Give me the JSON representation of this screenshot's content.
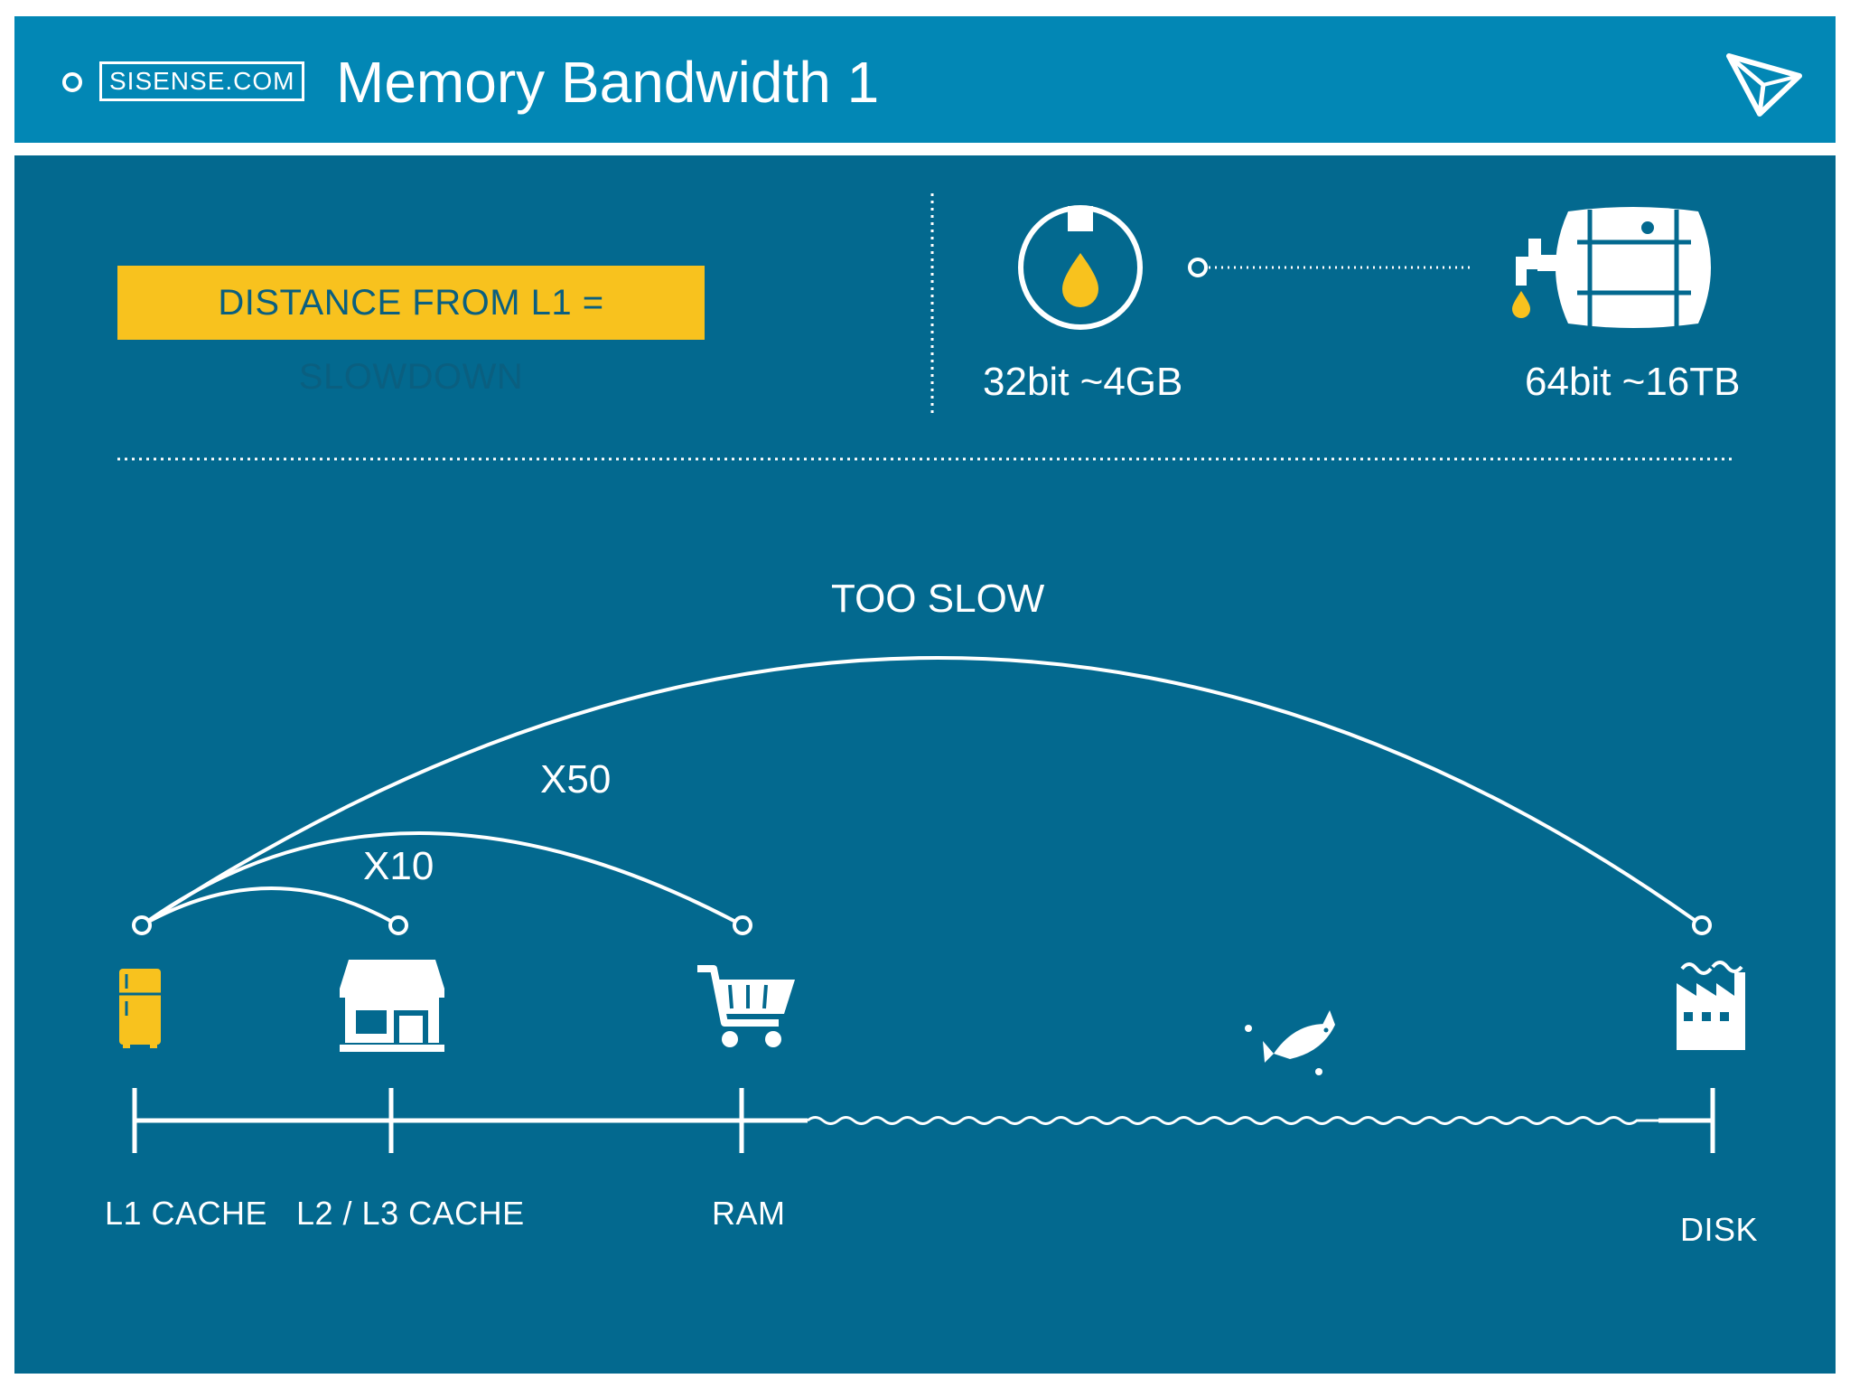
{
  "header": {
    "brand": "SISENSE.COM",
    "title": "Memory Bandwidth 1",
    "logo_icon": "paper-plane-logo-icon"
  },
  "callout": {
    "text": "DISTANCE FROM L1 = SLOWDOWN"
  },
  "address_space": {
    "small": {
      "label": "32bit ~4GB",
      "icon": "water-drop-icon"
    },
    "large": {
      "label": "64bit ~16TB",
      "icon": "barrel-tap-icon"
    }
  },
  "arcs": [
    {
      "label": "X10",
      "from": "l1",
      "to": "l2l3"
    },
    {
      "label": "X50",
      "from": "l1",
      "to": "ram"
    },
    {
      "label": "TOO SLOW",
      "from": "l1",
      "to": "disk"
    }
  ],
  "tiers": [
    {
      "id": "l1",
      "label": "L1 CACHE",
      "icon": "fridge-icon"
    },
    {
      "id": "l2l3",
      "label": "L2 / L3 CACHE",
      "icon": "store-icon"
    },
    {
      "id": "ram",
      "label": "RAM",
      "icon": "shopping-cart-icon"
    },
    {
      "id": "disk",
      "label": "DISK",
      "icon": "factory-icon"
    }
  ],
  "decor": {
    "sea_icon": "fish-icon"
  },
  "colors": {
    "header_bg": "#0287b5",
    "panel_bg": "#03698f",
    "accent": "#f8c21e",
    "line": "#ffffff"
  }
}
